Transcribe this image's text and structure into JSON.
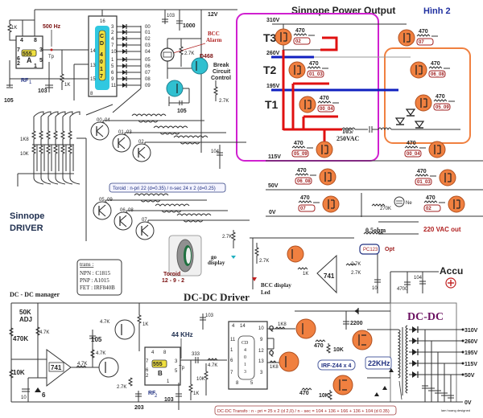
{
  "title": "Sinnope Power Output",
  "figure_label": "Hình 2",
  "sections": {
    "driver_title_line1": "Sinnope",
    "driver_title_line2": "DRIVER",
    "dcdc_driver_title": "DC-DC Driver",
    "dcdc_manager_title": "DC - DC manager",
    "dcdc_title": "DC-DC"
  },
  "timer_a": {
    "chip": "555",
    "unit": "A",
    "freq": "500 Hz",
    "tp": "Tp",
    "r_top": "1K",
    "rf": "RF",
    "rf_sub": "1",
    "c1": "105",
    "c2": "103",
    "r_out": "1K",
    "pins": [
      "4",
      "8",
      "7",
      "3",
      "6",
      "2",
      "5",
      "1"
    ]
  },
  "counter": {
    "chip_letters": [
      "C",
      "D",
      "4",
      "0",
      "1",
      "7"
    ],
    "pin_top": "16",
    "pins_left": [
      "14",
      "13",
      "15",
      "8"
    ],
    "outputs_pins": [
      "3",
      "2",
      "4",
      "7",
      "10",
      "1",
      "5",
      "6",
      "9",
      "11"
    ],
    "outputs": [
      "00",
      "01",
      "02",
      "03",
      "04",
      "05",
      "06",
      "07",
      "08",
      "09"
    ]
  },
  "alarm": {
    "cap1": "103",
    "cap2": "1000",
    "supply": "12V",
    "label_line1": "BCC",
    "label_line2": "Alarm",
    "r1": "2.7K",
    "transistor": "D468",
    "control_line1": "Break",
    "control_line2": "Circuit",
    "control_line3": "Control",
    "r2": "2.7K",
    "cap3": "105"
  },
  "power_output": {
    "rails": [
      "310V",
      "260V",
      "195V",
      "115V",
      "50V",
      "0V"
    ],
    "groups": [
      "T3",
      "T2",
      "T1"
    ],
    "resistor": "470",
    "fets_left": [
      "02",
      "01_03",
      "00_04",
      "05_09",
      "06_08",
      "07"
    ],
    "fets_right": [
      "07",
      "06_08",
      "05_09",
      "00_04",
      "01_03",
      "02"
    ],
    "cap": "105/",
    "cap_rating": "250VAC",
    "neon_r": "270K",
    "neon": "Ne",
    "shunt": "0.5ohm",
    "output": "220 VAC out",
    "opto": "PC123",
    "opto_label": "Opt"
  },
  "driver": {
    "r1": "1K8",
    "r2": "10K",
    "transistors": [
      "00_04",
      "01_03",
      "02",
      "05_09",
      "06_08",
      "07"
    ],
    "cap": "104",
    "toroid_note": "Toroid : n-pri 22 (d=0.35) / n-sec 24 x 2 (d=0.25)",
    "r3": "2.7K",
    "toroid_label": "Toroid",
    "toroid_dims": "12 - 9 - 2",
    "go_display_line1": "go",
    "go_display_line2": "display"
  },
  "trans_box": {
    "title": "trans :",
    "npn": "NPN : C1815",
    "pnp": "PNP : A1015",
    "fet": "FET : IRF840B"
  },
  "feedback": {
    "r1": "2.7K",
    "r_base": "1K",
    "opamp": "741",
    "r2": "2.7K",
    "r3": "2.7K",
    "bcc_led_line1": "BCC display",
    "bcc_led_line2": "Led",
    "cap": "10"
  },
  "accu": {
    "label": "Accu",
    "cap1": "4700",
    "cap2": "104"
  },
  "manager": {
    "pot": "50K",
    "adj": "ADJ",
    "r1": "470K",
    "r2": "10K",
    "r3": "4.7K",
    "opamp": "741",
    "r4": "4.7K",
    "r5": "4.7K",
    "cap": "105",
    "r6": "4.7K",
    "r7": "2.7K",
    "zener": "6",
    "cap2": "10"
  },
  "timer_b": {
    "chip": "555",
    "unit": "B",
    "freq": "44 KHz",
    "tp": "Tp",
    "r_top": "1K",
    "rf": "RF",
    "rf_sub": "2",
    "c1": "203",
    "c2": "103",
    "r_out": "1K",
    "pins": [
      "4",
      "8",
      "7",
      "3",
      "6",
      "2",
      "5",
      "1"
    ]
  },
  "flipflop": {
    "chip_letters": [
      "CD",
      "4",
      "0",
      "1",
      "3"
    ],
    "cap_in": "333",
    "r_in": "4.7K",
    "r_pd": "10K",
    "cap_top": "103",
    "pins_left": [
      "4",
      "14",
      "11",
      "1",
      "6",
      "7",
      "8",
      "5"
    ],
    "pins_right": [
      "10",
      "9",
      "12",
      "13",
      "3"
    ],
    "q": "Q",
    "qbar": "Q̄"
  },
  "dcdc": {
    "r1": "1K8",
    "r2": "1K8",
    "r_gate1": "470",
    "r_gate2": "470",
    "r_pd1": "10K",
    "r_pd2": "10K",
    "cap": "2200",
    "fet_note": "IRF-Z44 x 4",
    "freq": "22KHz",
    "outputs": [
      "310V",
      "260V",
      "195V",
      "115V",
      "50V",
      "0V"
    ],
    "transfo_note": "DC-DC Transfo : n - pri = 25 x 2 (d 2,0)  /  n - sec = 104 + 136 + 166 + 136 + 104 (d 0.35)",
    "credit": "lam hoang designed"
  }
}
